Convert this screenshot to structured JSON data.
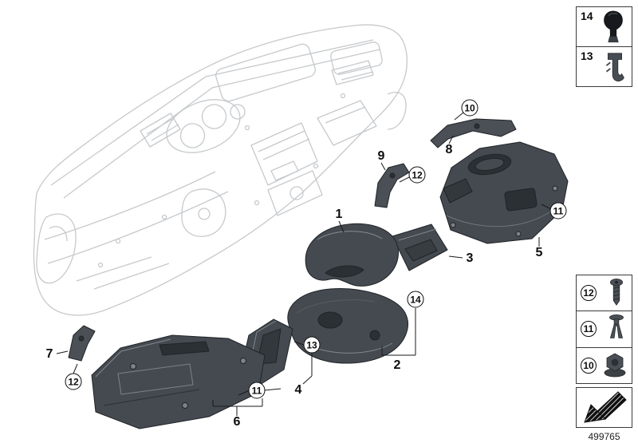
{
  "drawing_number": "499765",
  "callouts": {
    "n1": "1",
    "n2": "2",
    "n3": "3",
    "n4": "4",
    "n5": "5",
    "n6": "6",
    "n7": "7",
    "n8": "8",
    "n9": "9",
    "n10": "10",
    "n11": "11",
    "n12": "12",
    "n13": "13",
    "n14": "14"
  },
  "legend": {
    "top_box": [
      {
        "label": "14",
        "icon": "gear-knob-icon"
      },
      {
        "label": "13",
        "icon": "spring-clip-icon"
      }
    ],
    "fastener_box": [
      {
        "label": "12",
        "icon": "screw-icon"
      },
      {
        "label": "11",
        "icon": "expanding-rivet-icon"
      },
      {
        "label": "10",
        "icon": "flange-nut-icon"
      }
    ],
    "direction_box": {
      "icon": "assembly-direction-arrow-icon"
    }
  }
}
